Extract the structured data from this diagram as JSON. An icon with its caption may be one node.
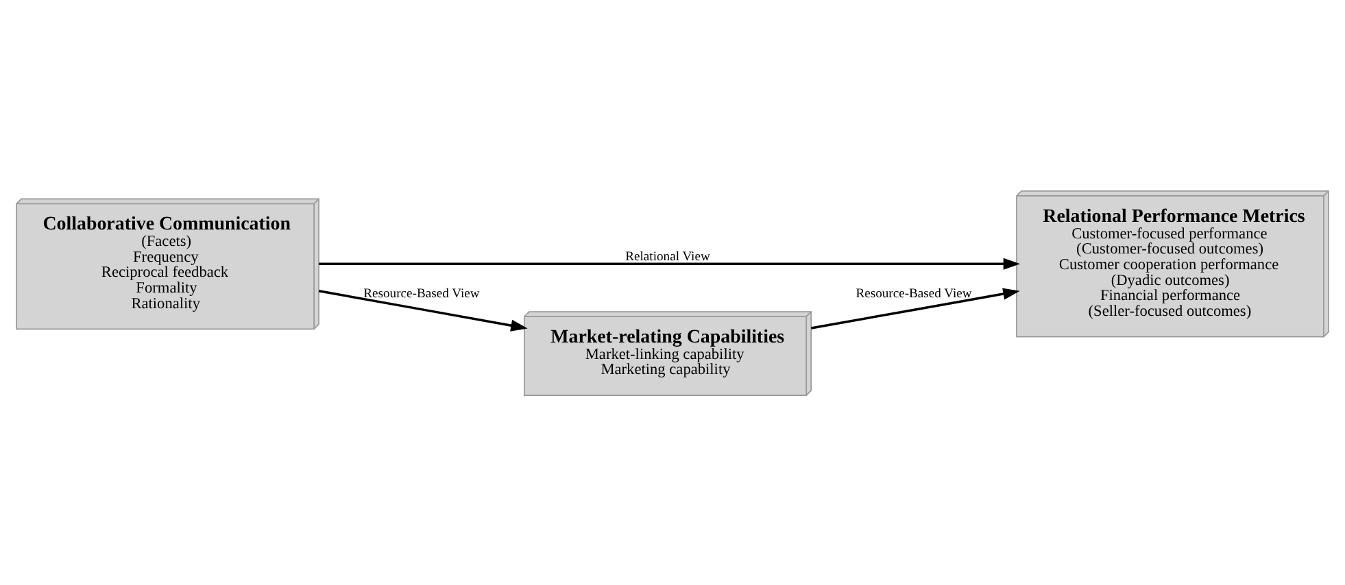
{
  "diagram": {
    "nodes": [
      {
        "text": [
          "Collaborative Communication",
          "(Facets)",
          "Frequency",
          "Reciprocal feedback",
          "Formality",
          "Rationality"
        ]
      },
      {
        "text": [
          "Relational Performance Metrics",
          "Customer-focused performance",
          "(Customer-focused outcomes)",
          "Customer cooperation performance",
          "(Dyadic outcomes)",
          "Financial performance",
          "(Seller-focused outcomes)"
        ]
      },
      {
        "text": [
          "Market-relating Capabilities",
          "Market-linking capability",
          "Marketing capability"
        ]
      }
    ],
    "edges": [
      {
        "from": 0,
        "to": 1,
        "arrow": "to",
        "label": "Relational View"
      },
      {
        "from": 0,
        "to": 2,
        "arrow": "to",
        "label": "Resource-Based View"
      },
      {
        "from": 2,
        "to": 1,
        "arrow": "to",
        "label": "Resource-Based View"
      }
    ]
  }
}
